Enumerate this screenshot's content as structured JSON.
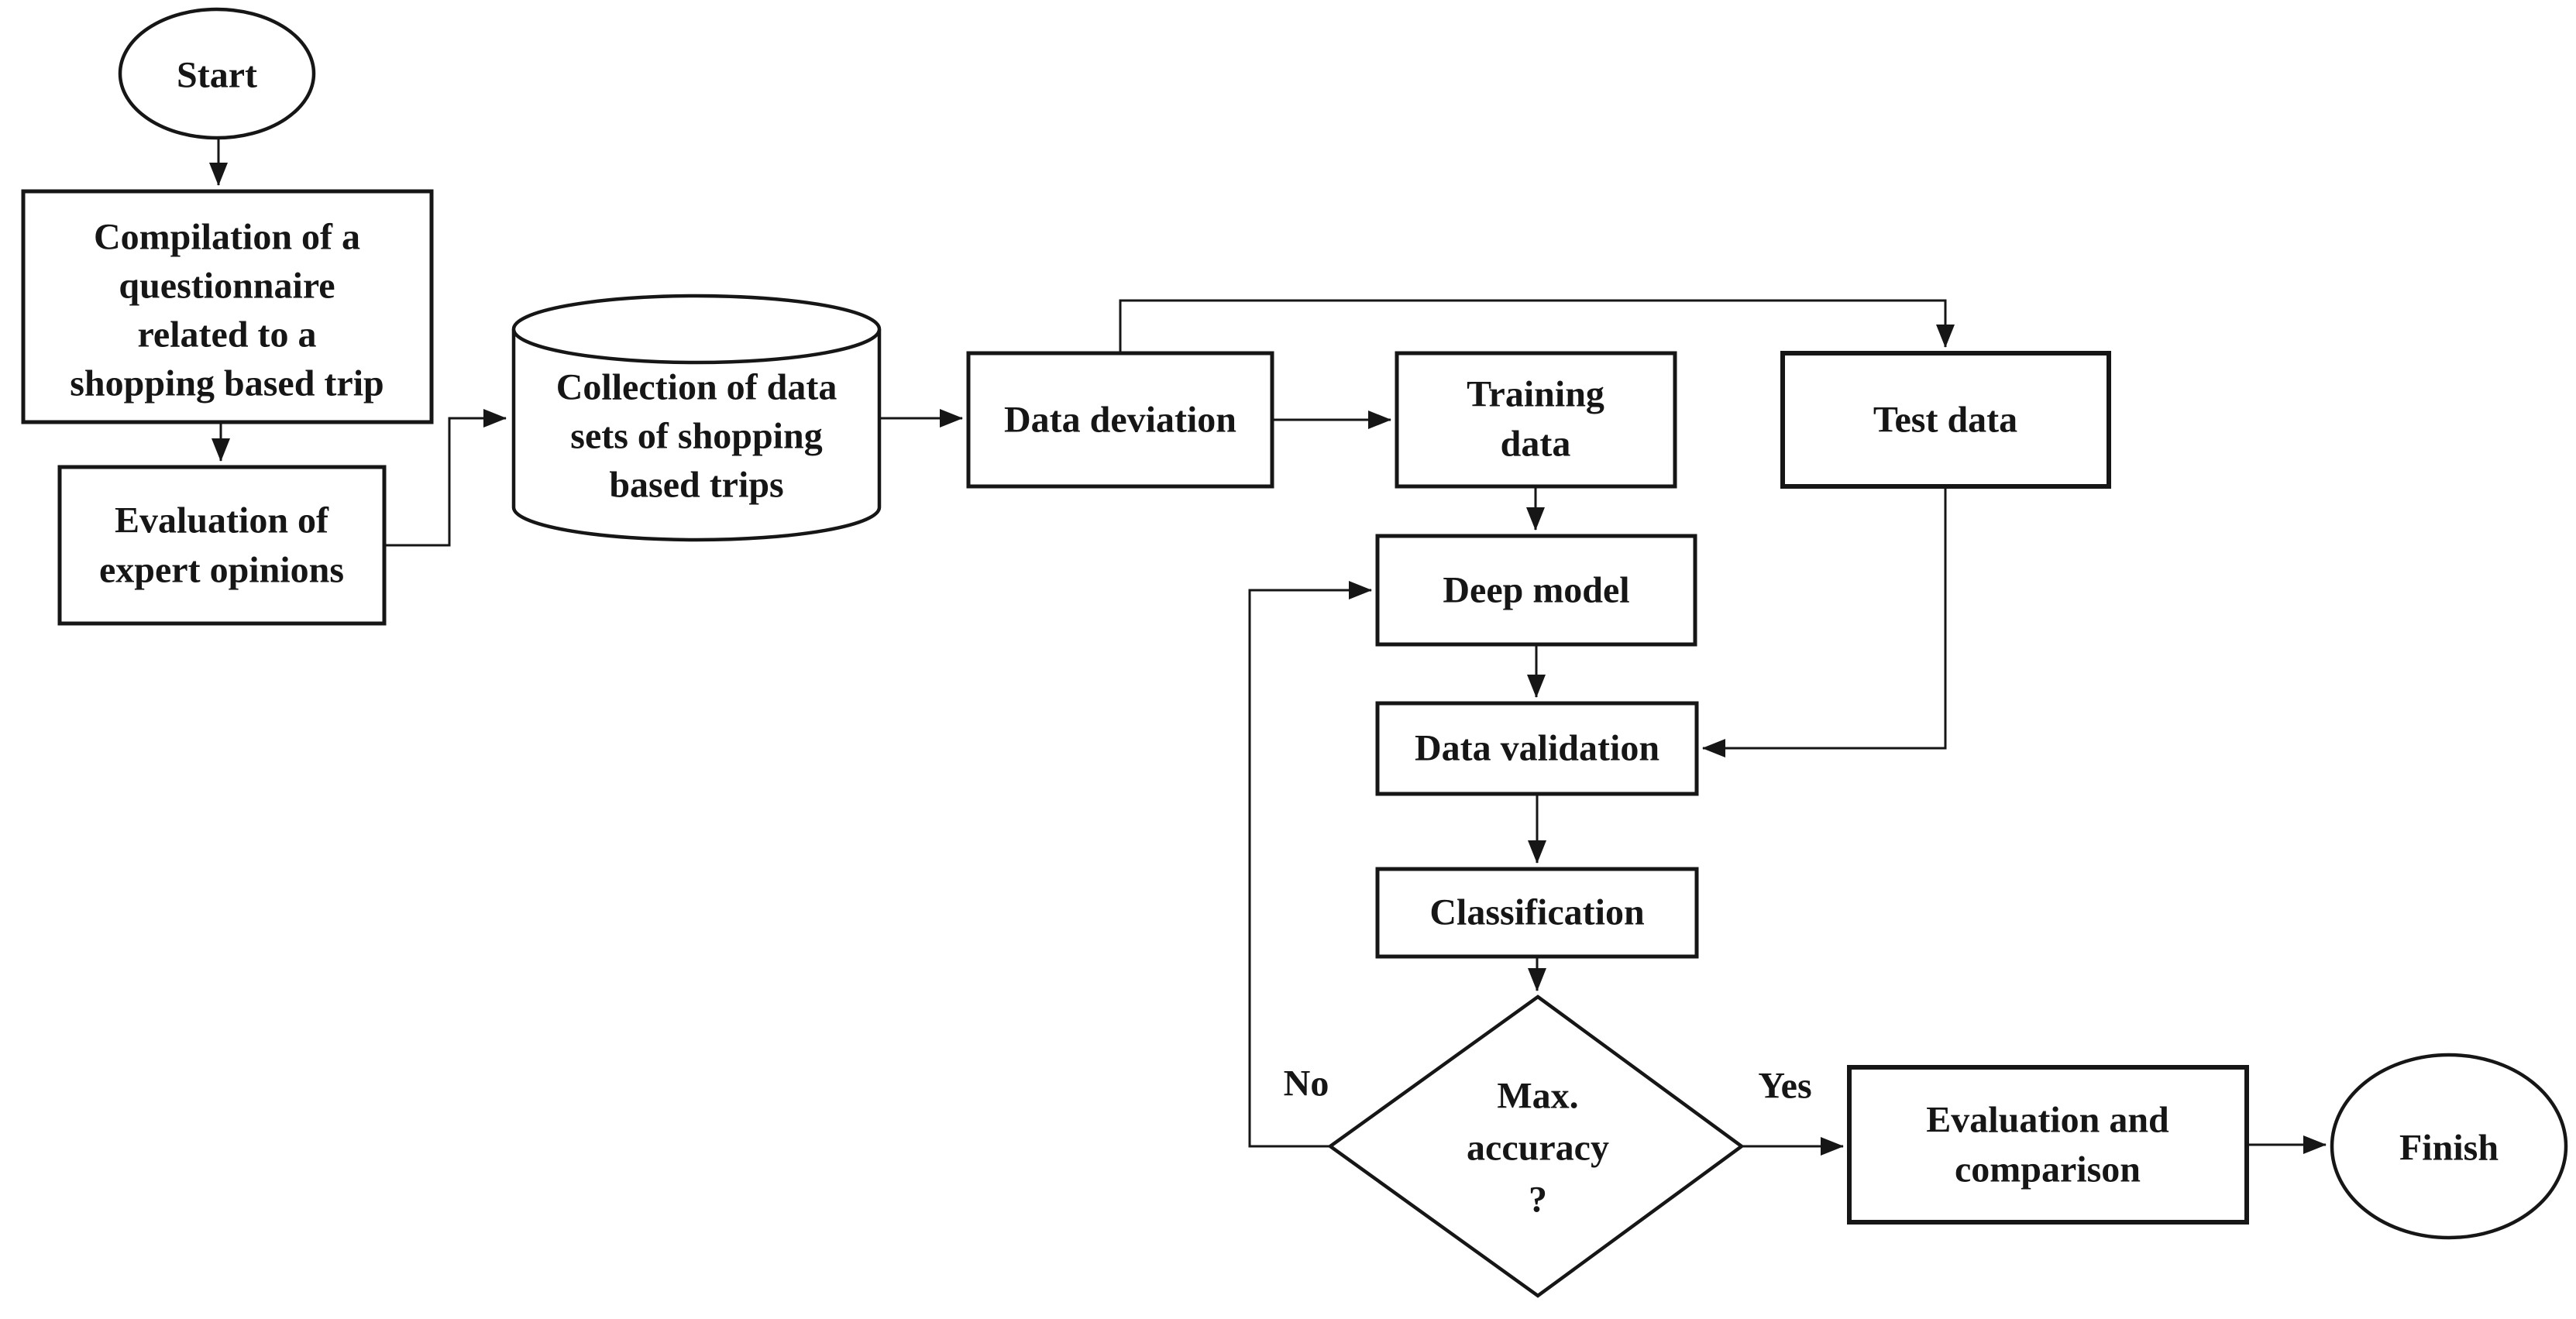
{
  "page": {
    "background": "#ffffff"
  },
  "diagram": {
    "stroke_color": "#161616",
    "text_color": "#161616",
    "nodes": {
      "start": {
        "label": "Start"
      },
      "compilation": {
        "lines": [
          "Compilation of a",
          "questionnaire",
          "related to a",
          "shopping based trip"
        ]
      },
      "expert_evaluation": {
        "lines": [
          "Evaluation of",
          "expert opinions"
        ]
      },
      "data_collection": {
        "lines": [
          "Collection of data",
          "sets of shopping",
          "based trips"
        ]
      },
      "data_deviation": {
        "label": "Data deviation"
      },
      "training_data": {
        "lines": [
          "Training",
          "data"
        ]
      },
      "test_data": {
        "label": "Test data"
      },
      "deep_model": {
        "label": "Deep model"
      },
      "data_validation": {
        "label": "Data validation"
      },
      "classification": {
        "label": "Classification"
      },
      "max_accuracy": {
        "lines": [
          "Max.",
          "accuracy",
          "?"
        ]
      },
      "evaluation_comparison": {
        "lines": [
          "Evaluation and",
          "comparison"
        ]
      },
      "finish": {
        "label": "Finish"
      }
    },
    "edge_labels": {
      "no": "No",
      "yes": "Yes"
    }
  }
}
